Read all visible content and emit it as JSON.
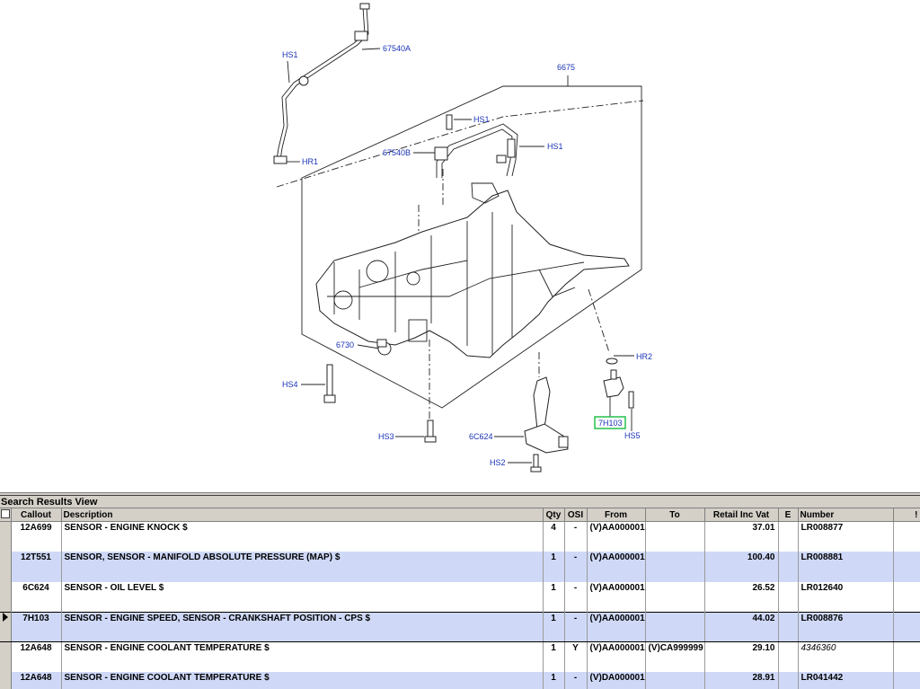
{
  "diagram": {
    "labels": {
      "hs1_a": "HS1",
      "p67540a": "67540A",
      "p6675": "6675",
      "hs1_b": "HS1",
      "hs1_c": "HS1",
      "p67540b": "67540B",
      "hr1": "HR1",
      "p6730": "6730",
      "hr2": "HR2",
      "hs4": "HS4",
      "p7h103": "7H103",
      "hs5": "HS5",
      "hs3": "HS3",
      "p6c624": "6C624",
      "hs2": "HS2"
    },
    "highlight_color": "#22c04a",
    "label_color": "#1a33b8"
  },
  "results": {
    "title": "Search Results View",
    "columns": {
      "callout": "Callout",
      "description": "Description",
      "qty": "Qty",
      "osi": "OSI",
      "from": "From",
      "to": "To",
      "retail": "Retail Inc Vat",
      "e": "E",
      "number": "Number",
      "bang": "!"
    },
    "rows": [
      {
        "callout": "12A699",
        "description": "SENSOR - ENGINE KNOCK $",
        "qty": "4",
        "osi": "-",
        "from": "(V)AA000001",
        "to": "",
        "retail": "37.01",
        "e": "",
        "number": "LR008877"
      },
      {
        "callout": "12T551",
        "description": "SENSOR, SENSOR - MANIFOLD ABSOLUTE PRESSURE (MAP) $",
        "qty": "1",
        "osi": "-",
        "from": "(V)AA000001",
        "to": "",
        "retail": "100.40",
        "e": "",
        "number": "LR008881"
      },
      {
        "callout": "6C624",
        "description": "SENSOR - OIL LEVEL $",
        "qty": "1",
        "osi": "-",
        "from": "(V)AA000001",
        "to": "",
        "retail": "26.52",
        "e": "",
        "number": "LR012640"
      },
      {
        "callout": "7H103",
        "description": "SENSOR - ENGINE SPEED, SENSOR - CRANKSHAFT POSITION - CPS $",
        "qty": "1",
        "osi": "-",
        "from": "(V)AA000001",
        "to": "",
        "retail": "44.02",
        "e": "",
        "number": "LR008876"
      },
      {
        "callout": "12A648",
        "description": "SENSOR - ENGINE COOLANT TEMPERATURE $",
        "qty": "1",
        "osi": "Y",
        "from": "(V)AA000001",
        "to": "(V)CA999999",
        "retail": "29.10",
        "e": "",
        "number": "4346360"
      },
      {
        "callout": "12A648",
        "description": "SENSOR - ENGINE COOLANT TEMPERATURE $",
        "qty": "1",
        "osi": "-",
        "from": "(V)DA000001",
        "to": "",
        "retail": "28.91",
        "e": "",
        "number": "LR041442"
      }
    ],
    "selected_row": 3
  }
}
